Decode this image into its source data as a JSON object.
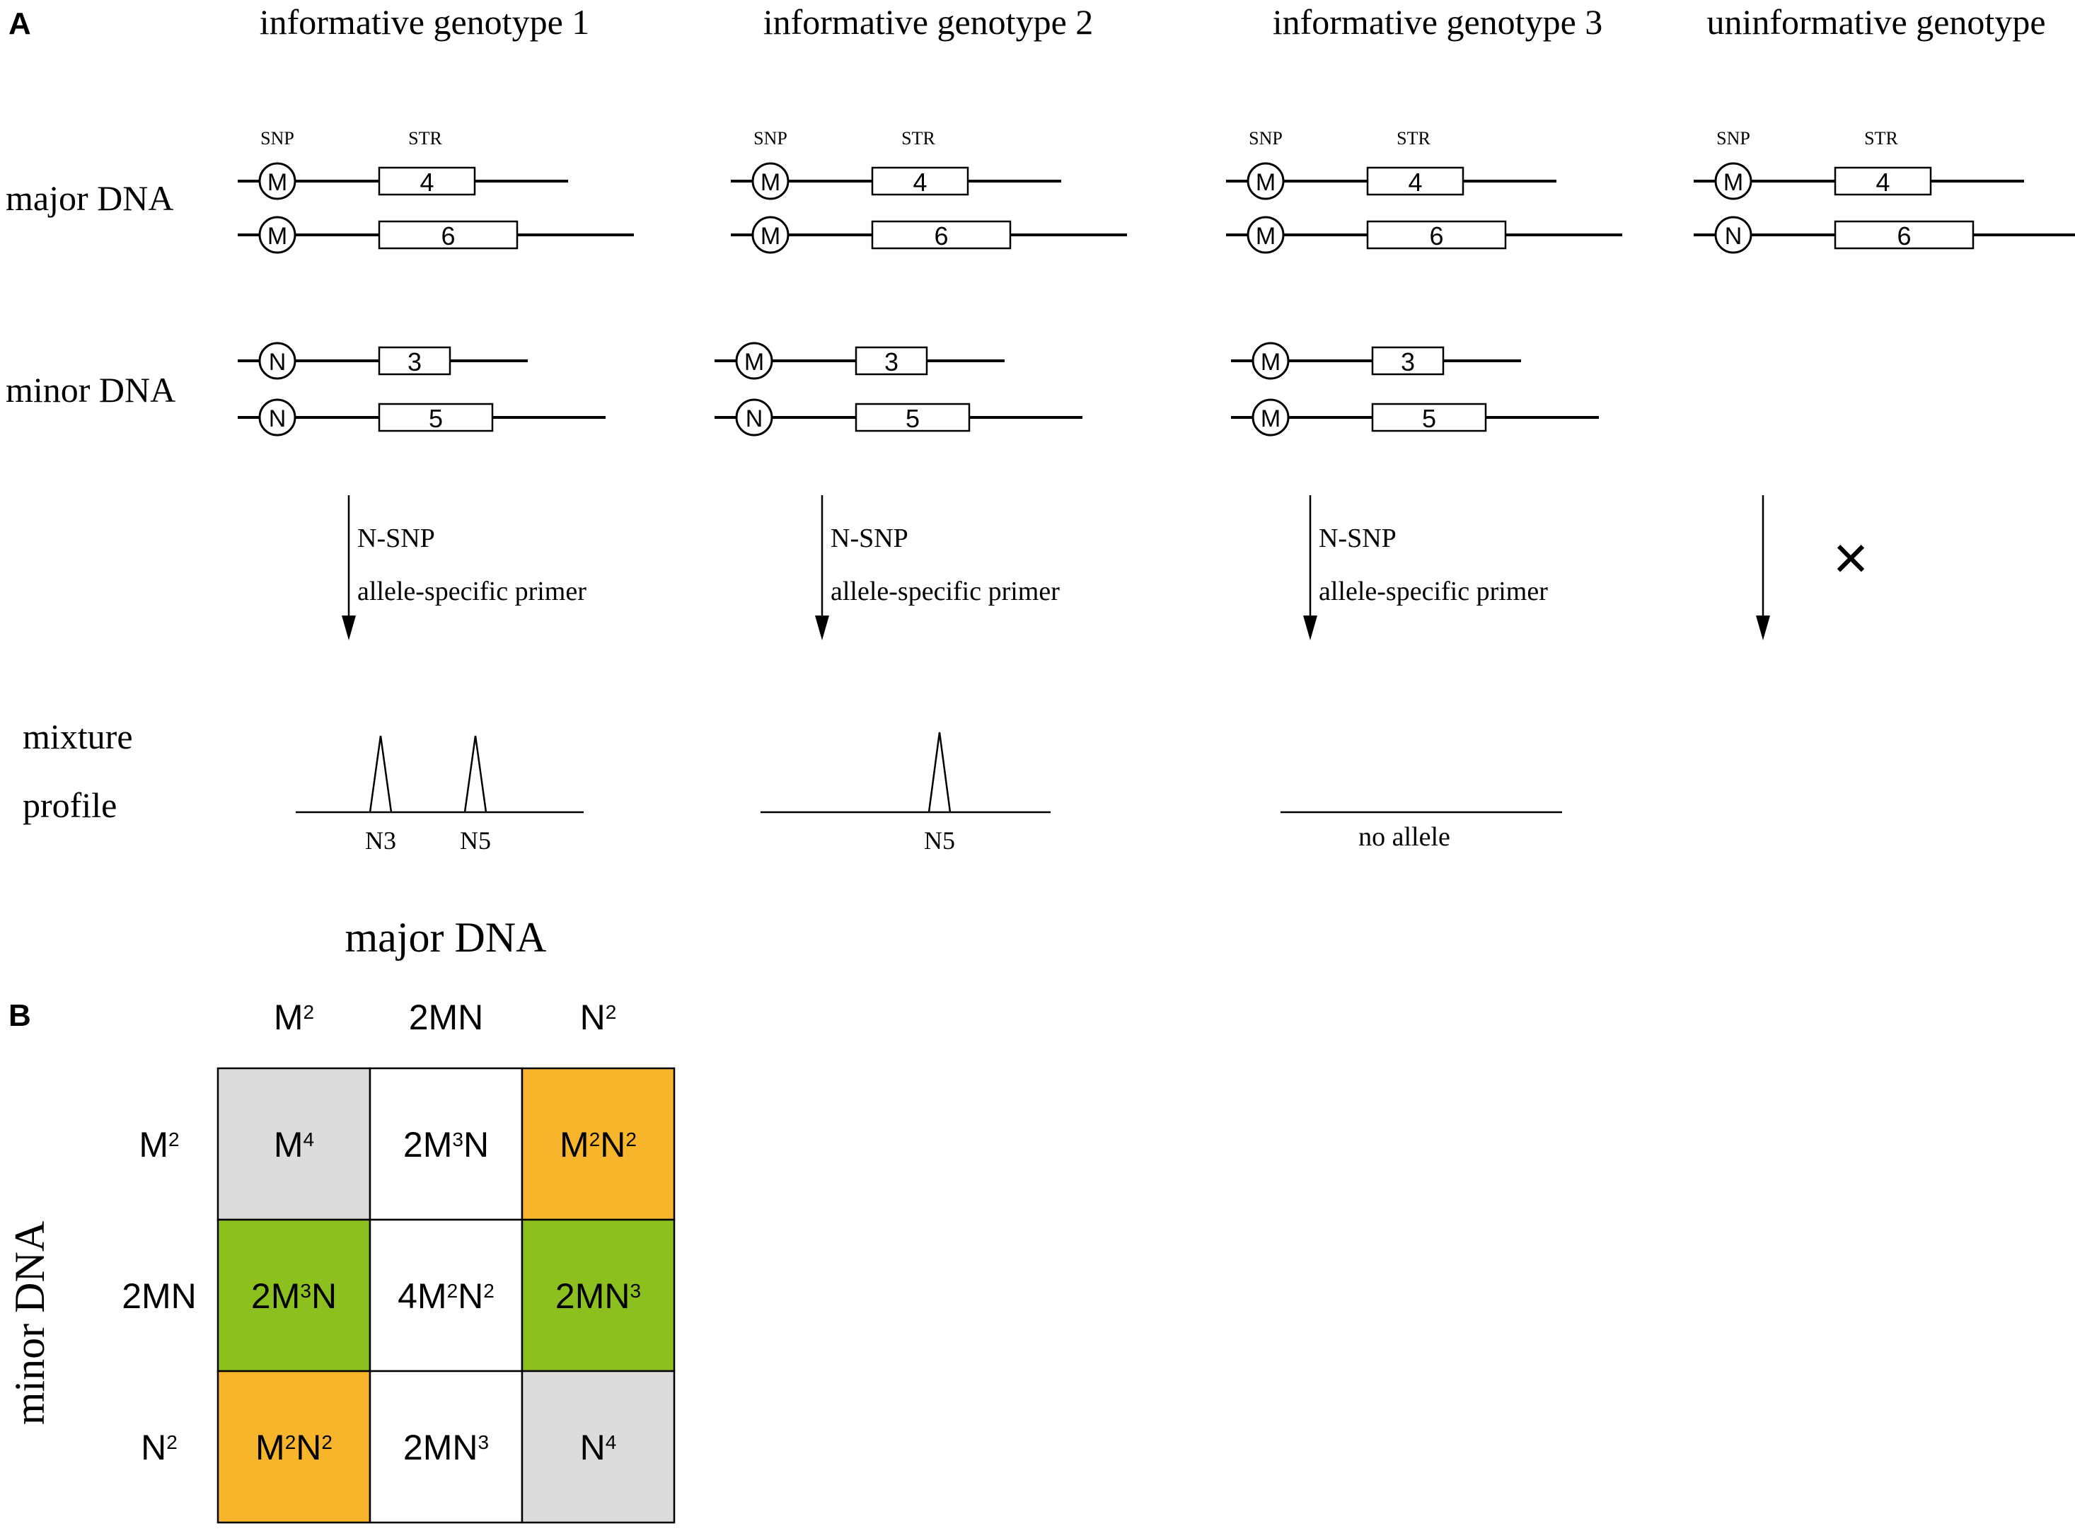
{
  "panel_a": {
    "label": "A",
    "row_labels": {
      "major": "major DNA",
      "minor": "minor DNA",
      "mixture_1": "mixture",
      "mixture_2": "profile"
    },
    "locus_labels": {
      "snp": "SNP",
      "str": "STR"
    },
    "arrow_label_1": "N-SNP",
    "arrow_label_2": "allele-specific primer",
    "no_amplification_mark": "×",
    "columns": [
      {
        "title": "informative genotype 1",
        "major": [
          {
            "snp": "M",
            "str": "4"
          },
          {
            "snp": "M",
            "str": "6"
          }
        ],
        "minor": [
          {
            "snp": "N",
            "str": "3"
          },
          {
            "snp": "N",
            "str": "5"
          }
        ],
        "peaks": [
          "N3",
          "N5"
        ]
      },
      {
        "title": "informative genotype 2",
        "major": [
          {
            "snp": "M",
            "str": "4"
          },
          {
            "snp": "M",
            "str": "6"
          }
        ],
        "minor": [
          {
            "snp": "M",
            "str": "3"
          },
          {
            "snp": "N",
            "str": "5"
          }
        ],
        "peaks": [
          "N5"
        ]
      },
      {
        "title": "informative genotype 3",
        "major": [
          {
            "snp": "M",
            "str": "4"
          },
          {
            "snp": "M",
            "str": "6"
          }
        ],
        "minor": [
          {
            "snp": "M",
            "str": "3"
          },
          {
            "snp": "M",
            "str": "5"
          }
        ],
        "profile_note": "no allele"
      },
      {
        "title": "uninformative genotype",
        "major": [
          {
            "snp": "M",
            "str": "4"
          },
          {
            "snp": "N",
            "str": "6"
          }
        ]
      }
    ]
  },
  "panel_b": {
    "label": "B",
    "col_axis_title": "major DNA",
    "row_axis_title": "minor DNA",
    "col_headers": [
      {
        "base": "M",
        "sup": "2",
        "tail": ""
      },
      {
        "base": "2MN",
        "sup": "",
        "tail": ""
      },
      {
        "base": "N",
        "sup": "2",
        "tail": ""
      }
    ],
    "row_headers": [
      {
        "base": "M",
        "sup": "2",
        "tail": ""
      },
      {
        "base": "2MN",
        "sup": "",
        "tail": ""
      },
      {
        "base": "N",
        "sup": "2",
        "tail": ""
      }
    ],
    "colors": {
      "grey": "#dcdcdc",
      "white": "#ffffff",
      "orange": "#f7b52c",
      "green": "#8cc01f"
    },
    "cells": [
      [
        {
          "a": "M",
          "as": "4",
          "b": "",
          "bs": "",
          "fill": "grey"
        },
        {
          "a": "2M",
          "as": "3",
          "b": "N",
          "bs": "",
          "fill": "white"
        },
        {
          "a": "M",
          "as": "2",
          "b": "N",
          "bs": "2",
          "fill": "orange"
        }
      ],
      [
        {
          "a": "2M",
          "as": "3",
          "b": "N",
          "bs": "",
          "fill": "green"
        },
        {
          "a": "4M",
          "as": "2",
          "b": "N",
          "bs": "2",
          "fill": "white"
        },
        {
          "a": "2MN",
          "as": "3",
          "b": "",
          "bs": "",
          "fill": "green"
        }
      ],
      [
        {
          "a": "M",
          "as": "2",
          "b": "N",
          "bs": "2",
          "fill": "orange"
        },
        {
          "a": "2MN",
          "as": "3",
          "b": "",
          "bs": "",
          "fill": "white"
        },
        {
          "a": "N",
          "as": "4",
          "b": "",
          "bs": "",
          "fill": "grey"
        }
      ]
    ]
  }
}
